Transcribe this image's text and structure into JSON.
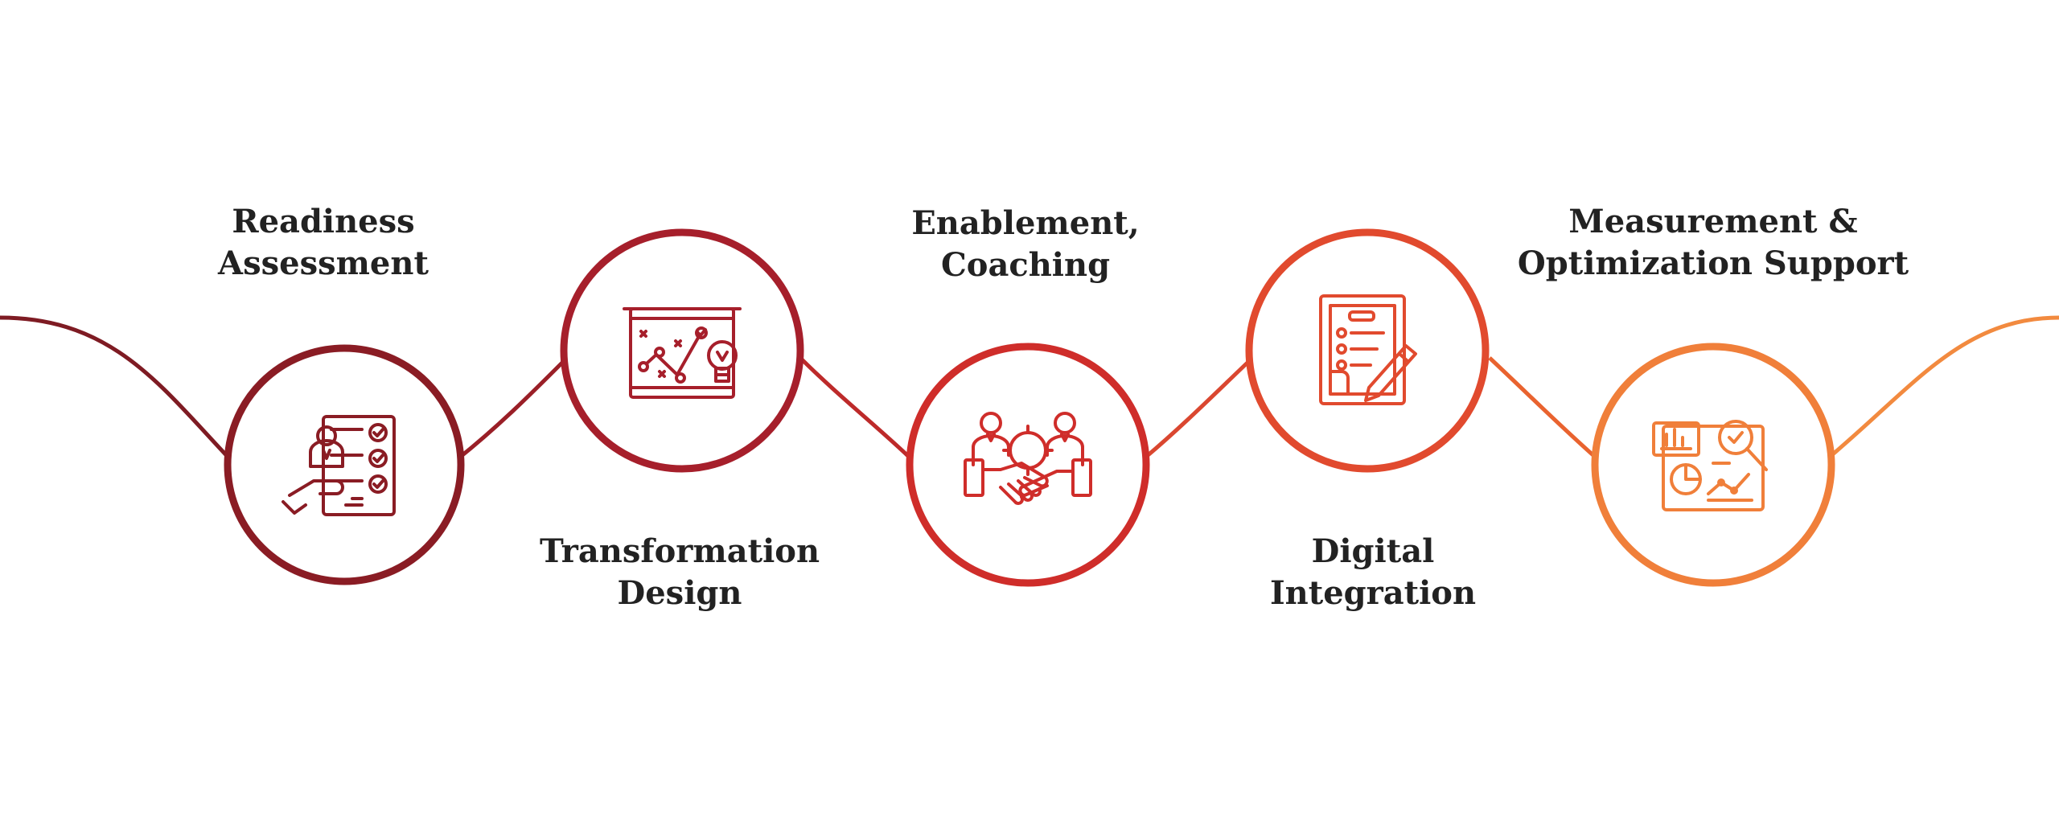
{
  "colors": {
    "background": "#ffffff",
    "label_text": "#222222",
    "wave_gradient": [
      "#7c1a22",
      "#b0242c",
      "#d9382f",
      "#e8572f",
      "#f07f3a"
    ]
  },
  "steps": [
    {
      "line1": "Readiness",
      "line2": "Assessment",
      "icon": "assessment-checklist-icon",
      "color": "#8a1c24"
    },
    {
      "line1": "Transformation",
      "line2": "Design",
      "icon": "strategy-board-icon",
      "color": "#a61f2b"
    },
    {
      "line1": "Enablement,",
      "line2": "Coaching",
      "icon": "handshake-team-icon",
      "color": "#cf2d2a"
    },
    {
      "line1": "Digital",
      "line2": "Integration",
      "icon": "digital-document-icon",
      "color": "#e14a2e"
    },
    {
      "line1": "Measurement &",
      "line2": "Optimization Support",
      "icon": "analytics-report-icon",
      "color": "#f07f3a"
    }
  ]
}
